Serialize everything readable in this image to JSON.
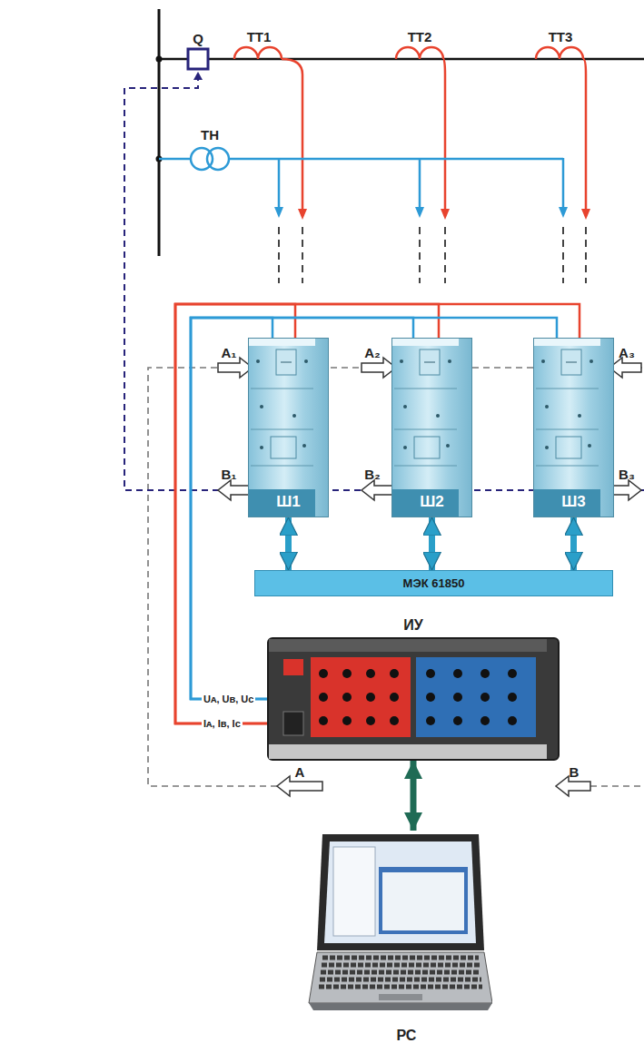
{
  "diagram": {
    "nodes": [
      {
        "text": [
          "Ш1"
        ]
      },
      {
        "text": [
          "Ш2"
        ]
      },
      {
        "text": [
          "Ш3"
        ]
      },
      {
        "text": [
          "МЭК 61850"
        ]
      },
      {
        "text": [
          "ИУ"
        ]
      },
      {
        "text": [
          "РС"
        ]
      }
    ],
    "edges": [
      {
        "from": 0,
        "to": 3,
        "arrow": "both"
      },
      {
        "from": 1,
        "to": 3,
        "arrow": "both"
      },
      {
        "from": 2,
        "to": 3,
        "arrow": "both"
      },
      {
        "from": 4,
        "to": 5,
        "arrow": "both"
      },
      {
        "from": 4,
        "to": 0,
        "arrow": "none"
      },
      {
        "from": 4,
        "to": 1,
        "arrow": "none"
      },
      {
        "from": 4,
        "to": 2,
        "arrow": "none"
      },
      {
        "from": 4,
        "to": 0,
        "arrow": "none"
      },
      {
        "from": 4,
        "to": 1,
        "arrow": "none"
      },
      {
        "from": 4,
        "to": 2,
        "arrow": "none"
      }
    ],
    "labels": [
      "Q",
      "ТТ1",
      "ТТ2",
      "ТТ3",
      "ТН",
      "A₁",
      "A₂",
      "A₃",
      "B₁",
      "B₂",
      "B₃",
      "Uᴀ, Uв, Uс",
      "Iᴀ, Iв, Iс",
      "A",
      "B"
    ]
  }
}
